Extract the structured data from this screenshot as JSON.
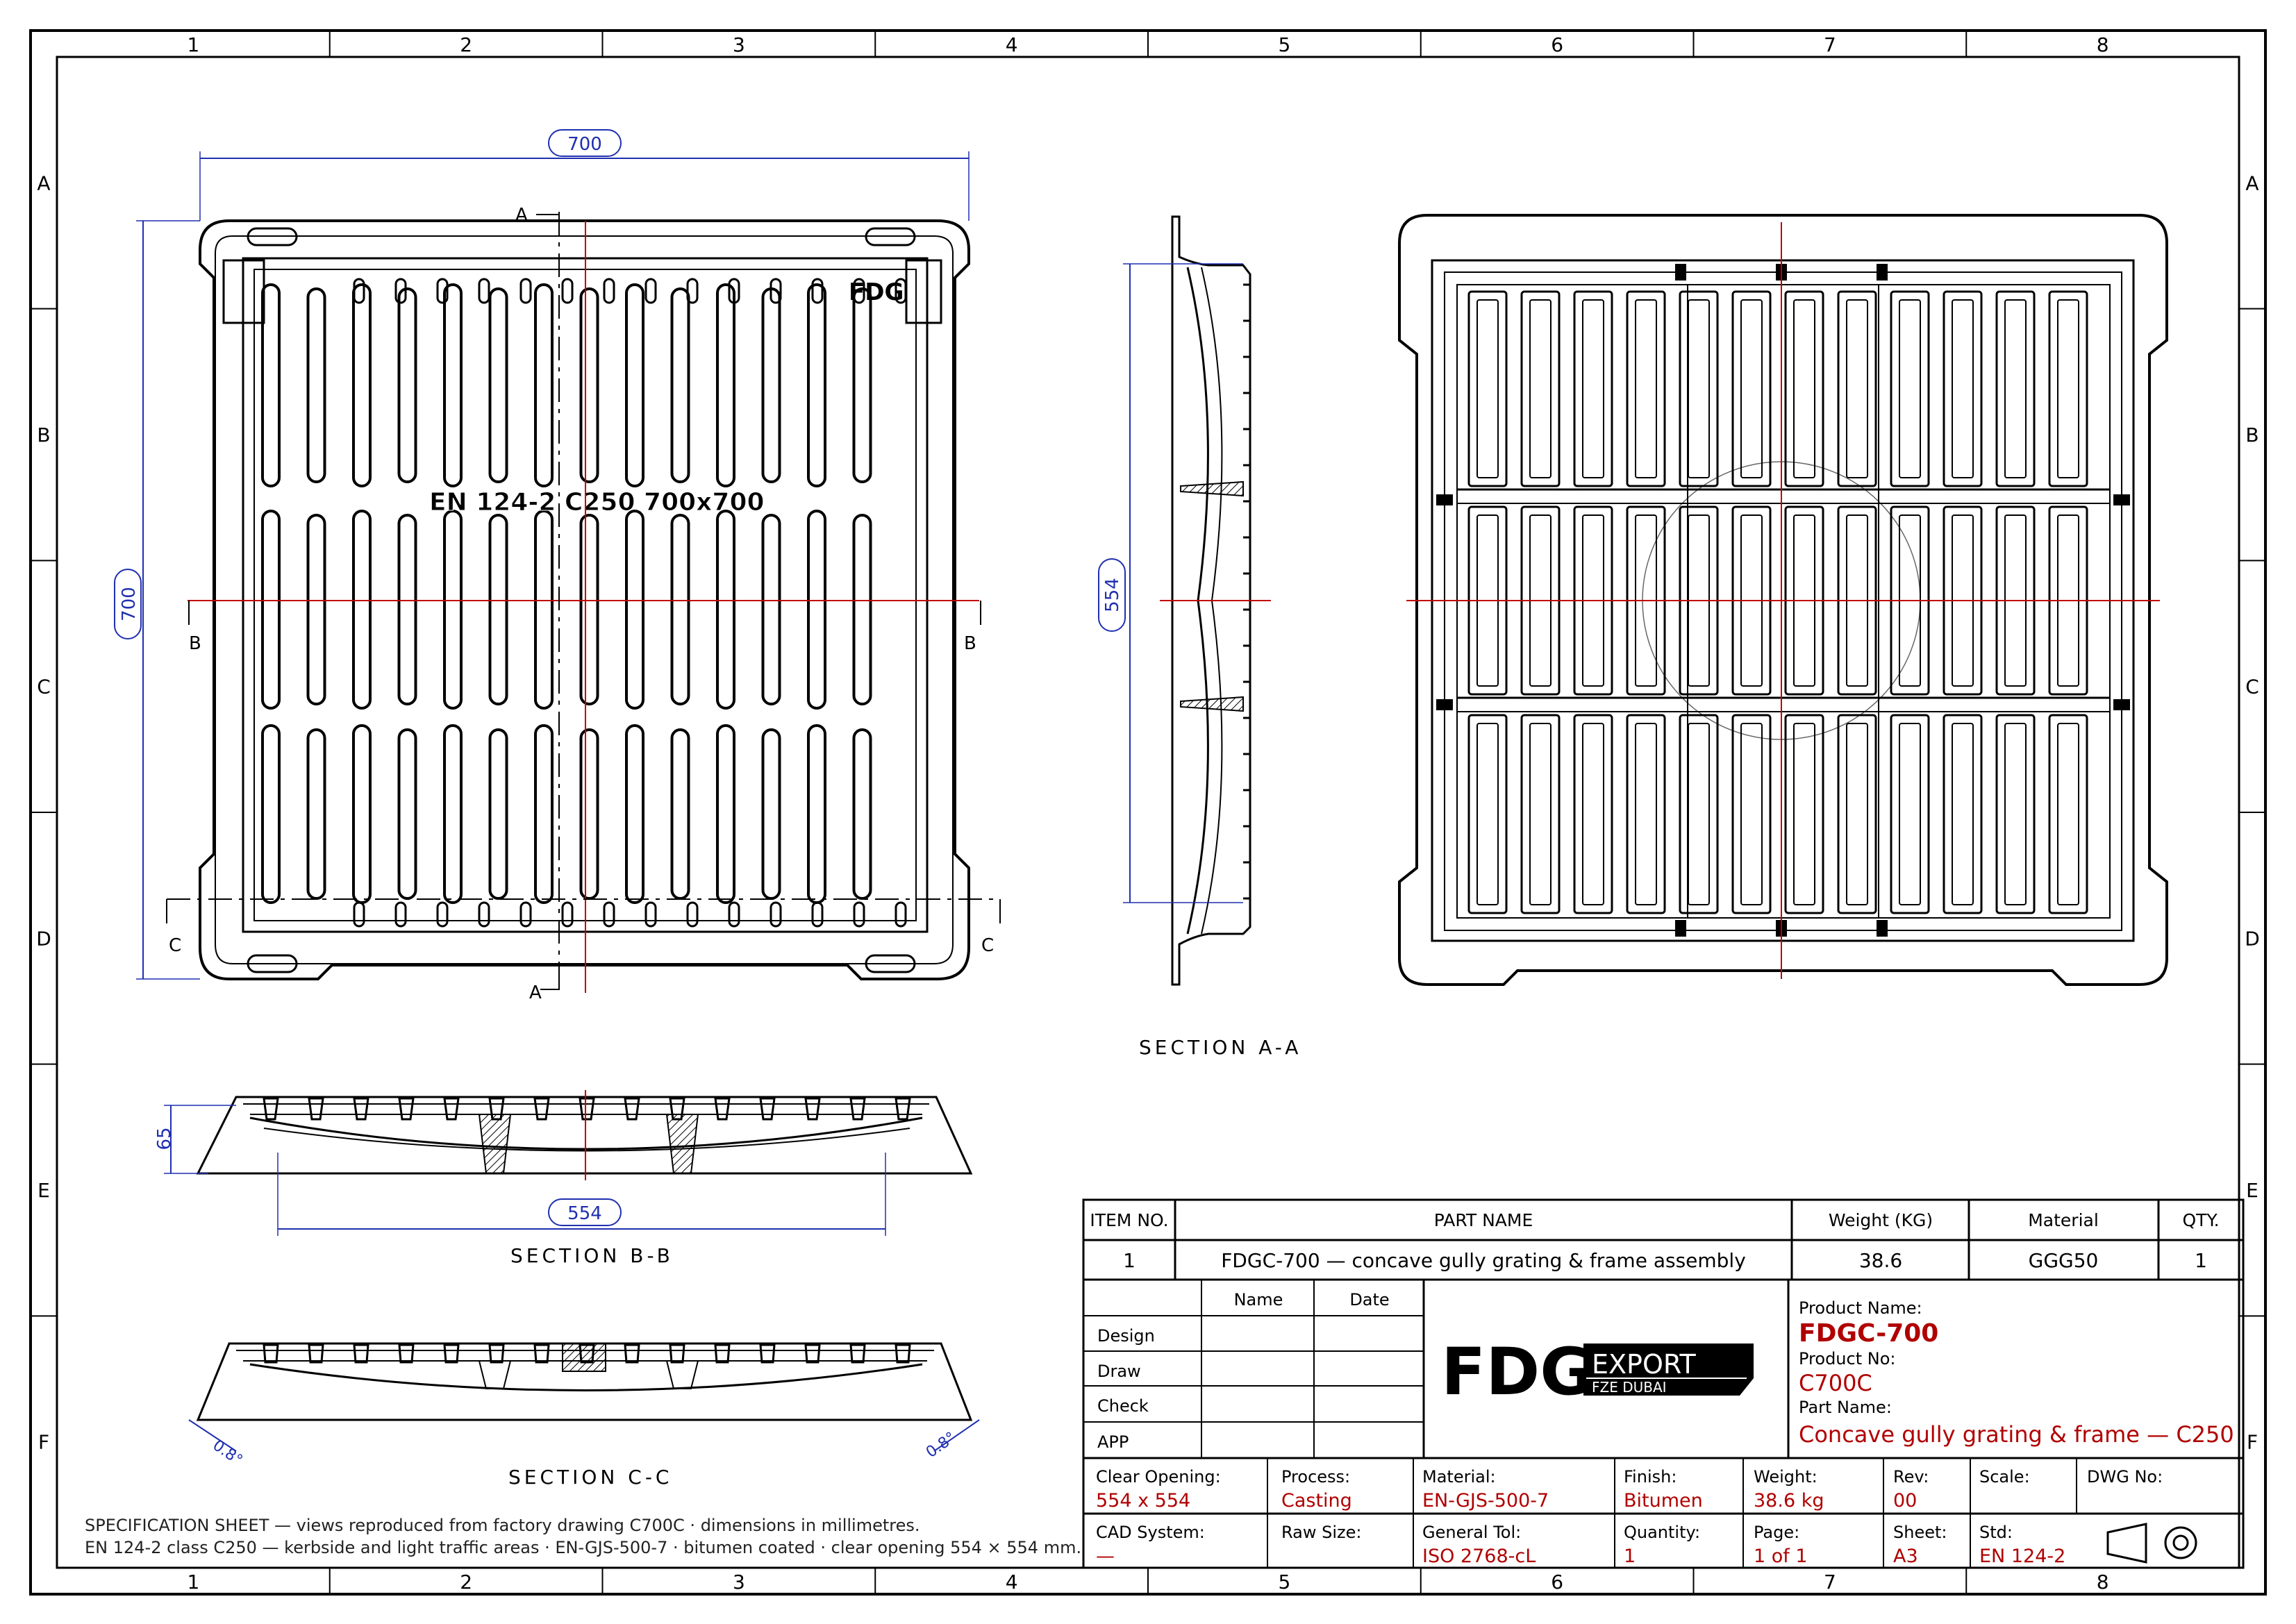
{
  "border": {
    "columns": [
      "1",
      "2",
      "3",
      "4",
      "5",
      "6",
      "7",
      "8"
    ],
    "rows": [
      "A",
      "B",
      "C",
      "D",
      "E",
      "F"
    ]
  },
  "dimensions": {
    "top_width": "700",
    "left_height": "700",
    "side_height": "554",
    "bb_height": "65",
    "bb_opening": "554",
    "cc_angle": "0.8°"
  },
  "section_marks": {
    "a": "A",
    "b": "B",
    "c": "C"
  },
  "plan_text": {
    "logo": "FDG",
    "marking": "EN 124-2  C250  700x700"
  },
  "section_labels": {
    "aa": "SECTION A-A",
    "bb": "SECTION B-B",
    "cc": "SECTION C-C"
  },
  "notes": [
    "SPECIFICATION SHEET — views reproduced from factory drawing C700C · dimensions in millimetres.",
    "EN 124-2 class C250 — kerbside and light traffic areas · EN-GJS-500-7 · bitumen coated · clear opening 554 × 554 mm."
  ],
  "bom": {
    "headers": [
      "ITEM NO.",
      "PART NAME",
      "Weight (KG)",
      "Material",
      "QTY."
    ],
    "row": [
      "1",
      "FDGC-700 — concave gully grating & frame assembly",
      "38.6",
      "GGG50",
      "1"
    ]
  },
  "approval": {
    "col_name": "Name",
    "col_date": "Date",
    "rows": [
      "Design",
      "Draw",
      "Check",
      "APP"
    ]
  },
  "company": {
    "mark": "FDG",
    "export": "EXPORT",
    "sub": "FZE DUBAI"
  },
  "product": {
    "name_label": "Product Name:",
    "name_value": "FDGC-700",
    "no_label": "Product No:",
    "no_value": "C700C",
    "part_label": "Part Name:",
    "part_value": "Concave gully grating & frame — C250"
  },
  "titleblock": {
    "clear_opening": {
      "label": "Clear Opening:",
      "value": "554 x 554"
    },
    "process": {
      "label": "Process:",
      "value": "Casting"
    },
    "material": {
      "label": "Material:",
      "value": "EN-GJS-500-7"
    },
    "finish": {
      "label": "Finish:",
      "value": "Bitumen"
    },
    "weight": {
      "label": "Weight:",
      "value": "38.6 kg"
    },
    "rev": {
      "label": "Rev:",
      "value": "00"
    },
    "scale": {
      "label": "Scale:",
      "value": ""
    },
    "dwg": {
      "label": "DWG No:",
      "value": ""
    },
    "cad": {
      "label": "CAD System:",
      "value": "—"
    },
    "raw": {
      "label": "Raw Size:",
      "value": ""
    },
    "tol": {
      "label": "General Tol:",
      "value": "ISO 2768-cL"
    },
    "qty": {
      "label": "Quantity:",
      "value": "1"
    },
    "page": {
      "label": "Page:",
      "value": "1 of 1"
    },
    "sheet": {
      "label": "Sheet:",
      "value": "A3"
    },
    "std": {
      "label": "Std:",
      "value": "EN 124-2"
    }
  },
  "icons": [
    "projection-cone-icon",
    "projection-circle-icon"
  ]
}
